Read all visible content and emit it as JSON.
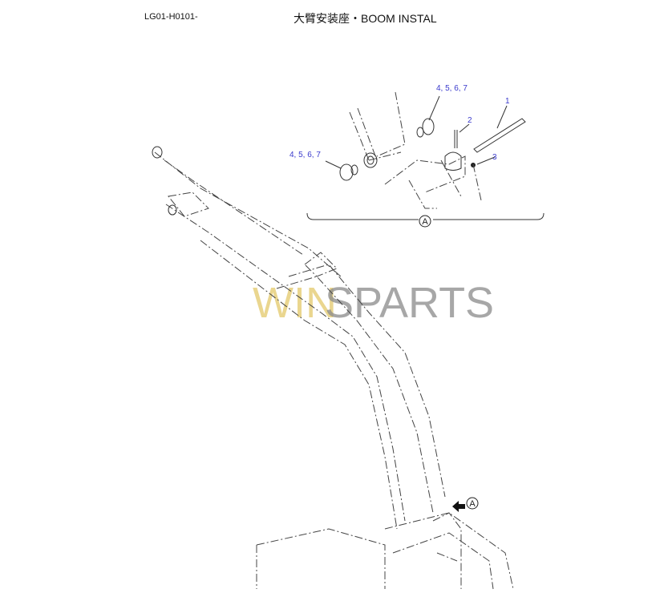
{
  "header": {
    "code": "LG01-H0101-",
    "title": "大臂安装座・BOOM INSTAL"
  },
  "callouts": {
    "top_group": "4, 5, 6, 7",
    "left_group": "4, 5, 6, 7",
    "part1": "1",
    "part2": "2",
    "part3": "3",
    "detail_label": "A",
    "arrow_label": "A"
  },
  "watermark": {
    "left": "WIN",
    "right": "SPARTS"
  },
  "colors": {
    "callout": "#3a3acc",
    "watermark_left": "#e7cf7c",
    "watermark_right": "#8a8a8a"
  }
}
